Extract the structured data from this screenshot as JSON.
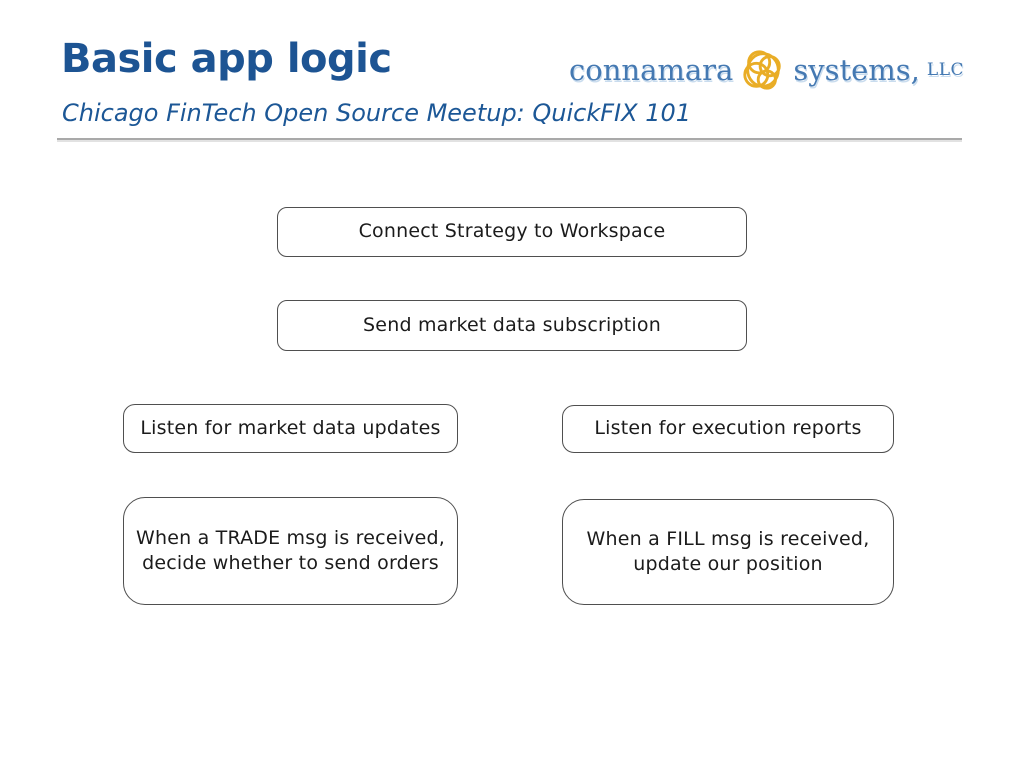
{
  "slide": {
    "title": "Basic app logic",
    "subtitle": "Chicago FinTech Open Source Meetup: QuickFIX 101"
  },
  "logo": {
    "word1": "connamara",
    "word2": "systems,",
    "llc": "LLC",
    "knot_icon": "celtic-knot-icon",
    "text_color": "#4579b2",
    "shadow_color": "#c9dcee",
    "knot_color": "#e9ad26"
  },
  "colors": {
    "title_blue": "#1d5493",
    "subtitle_blue": "#1c5796",
    "divider_gray": "#a9a9a9",
    "box_border": "#4f4f4f",
    "box_text": "#1b1b1b",
    "background": "#ffffff"
  },
  "diagram": {
    "boxes": [
      {
        "id": "connect-strategy",
        "label": "Connect Strategy to Workspace"
      },
      {
        "id": "send-subscription",
        "label": "Send market data subscription"
      },
      {
        "id": "listen-market-data",
        "label": "Listen for market data updates"
      },
      {
        "id": "listen-exec-reports",
        "label": "Listen for execution reports"
      },
      {
        "id": "trade-msg",
        "label": "When a TRADE msg is received,\ndecide whether to send orders"
      },
      {
        "id": "fill-msg",
        "label": "When a FILL msg is received,\nupdate our position"
      }
    ]
  }
}
